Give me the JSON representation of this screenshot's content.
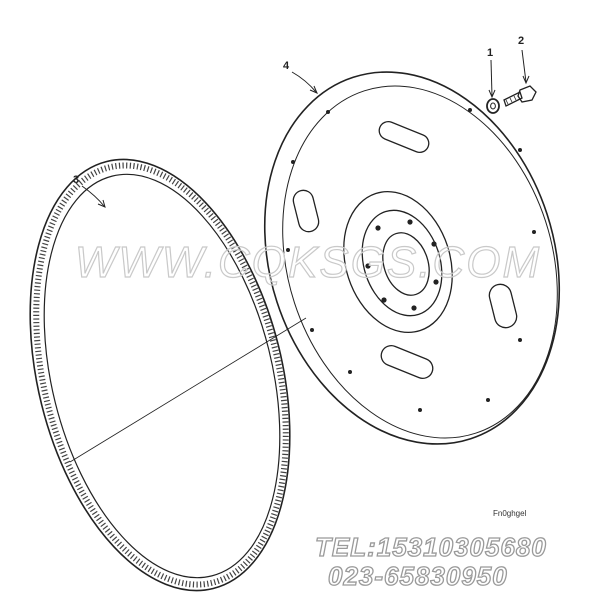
{
  "callouts": {
    "part_1": "1",
    "part_2": "2",
    "part_3": "3",
    "part_4": "4"
  },
  "watermark": "WWW.CQKSGS.COM",
  "contact": {
    "tel": "TEL:15310305680",
    "phone": "023-65830950"
  },
  "stamp": "Fn0ghgel",
  "colors": {
    "line": "#222222",
    "watermark": "#c9c9c9"
  }
}
